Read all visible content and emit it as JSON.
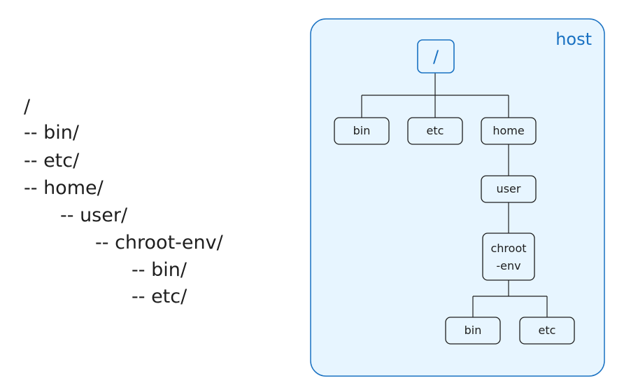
{
  "tree_text": {
    "lines": [
      {
        "indent": 0,
        "text": "/"
      },
      {
        "indent": 0,
        "text": "-- bin/"
      },
      {
        "indent": 0,
        "text": "-- etc/"
      },
      {
        "indent": 0,
        "text": "-- home/"
      },
      {
        "indent": 1,
        "text": "-- user/"
      },
      {
        "indent": 2,
        "text": "-- chroot-env/"
      },
      {
        "indent": 3,
        "text": "-- bin/"
      },
      {
        "indent": 3,
        "text": "-- etc/"
      }
    ]
  },
  "diagram": {
    "container_label": "host",
    "colors": {
      "container_fill": "#e7f5ff",
      "container_stroke": "#1971c2",
      "root_stroke": "#1971c2",
      "node_stroke": "#1e1e1e",
      "line": "#1e1e1e"
    },
    "nodes": {
      "root": "/",
      "bin": "bin",
      "etc": "etc",
      "home": "home",
      "user": "user",
      "chroot_line1": "chroot",
      "chroot_line2": "-env",
      "chroot_bin": "bin",
      "chroot_etc": "etc"
    }
  }
}
